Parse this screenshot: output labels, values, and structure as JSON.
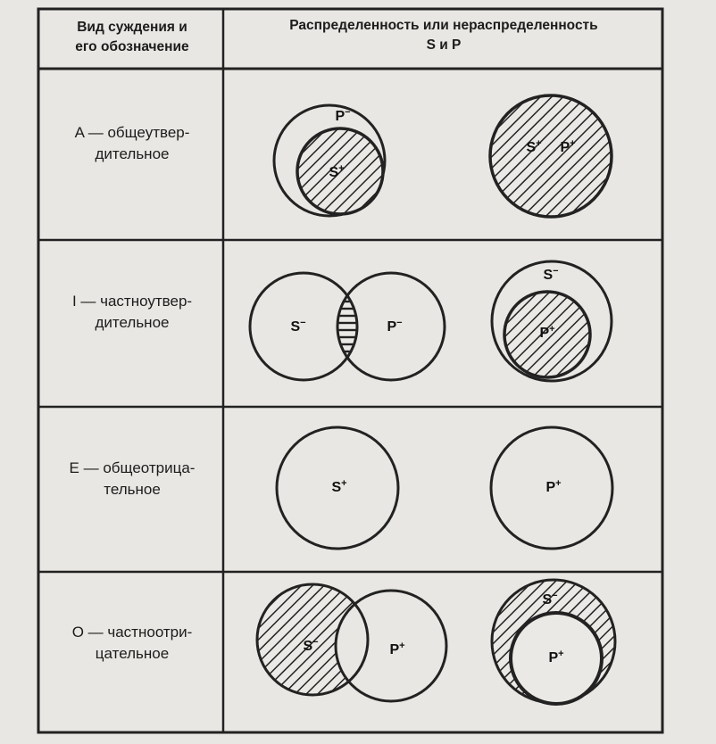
{
  "header": {
    "col1_line1": "Вид суждения и",
    "col1_line2": "его обозначение",
    "col2_line1": "Распределенность или нераспределенность",
    "col2_line2": "S и P"
  },
  "rows": [
    {
      "letter": "A",
      "name_line1": "A — общеутвер-",
      "name_line2": "дительное",
      "diagrams": [
        {
          "labels": [
            {
              "text": "P",
              "sup": "−"
            },
            {
              "text": "S",
              "sup": "+"
            }
          ]
        },
        {
          "labels": [
            {
              "text": "S",
              "sup": "+"
            },
            {
              "text": "P",
              "sup": "+"
            }
          ]
        }
      ]
    },
    {
      "letter": "I",
      "name_line1": "I — частноутвер-",
      "name_line2": "дительное",
      "diagrams": [
        {
          "labels": [
            {
              "text": "S",
              "sup": "−"
            },
            {
              "text": "P",
              "sup": "−"
            }
          ]
        },
        {
          "labels": [
            {
              "text": "S",
              "sup": "−"
            },
            {
              "text": "P",
              "sup": "+"
            }
          ]
        }
      ]
    },
    {
      "letter": "E",
      "name_line1": "E — общеотрица-",
      "name_line2": "тельное",
      "diagrams": [
        {
          "labels": [
            {
              "text": "S",
              "sup": "+"
            }
          ]
        },
        {
          "labels": [
            {
              "text": "P",
              "sup": "+"
            }
          ]
        }
      ]
    },
    {
      "letter": "O",
      "name_line1": "O — частноотри-",
      "name_line2": "цательное",
      "diagrams": [
        {
          "labels": [
            {
              "text": "S",
              "sup": "−"
            },
            {
              "text": "P",
              "sup": "+"
            }
          ]
        },
        {
          "labels": [
            {
              "text": "S",
              "sup": "−"
            },
            {
              "text": "P",
              "sup": "+"
            }
          ]
        }
      ]
    }
  ]
}
